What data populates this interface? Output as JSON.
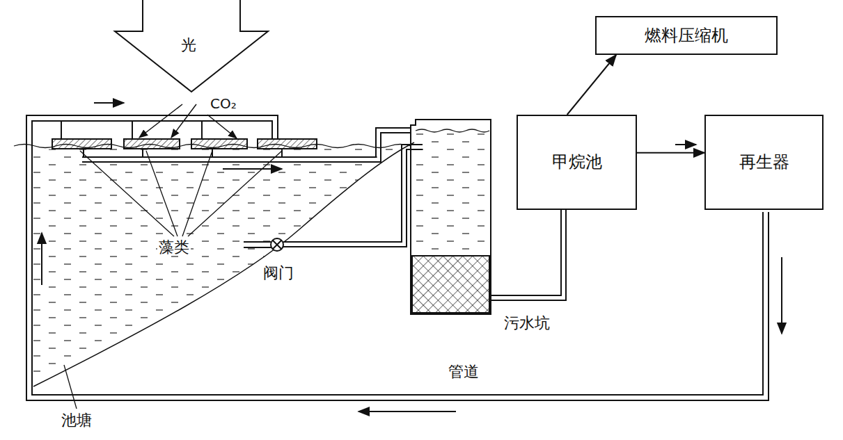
{
  "diagram": {
    "nodes": [
      {
        "text": [
          "燃料压缩机"
        ]
      },
      {
        "text": [
          "甲烷池"
        ]
      },
      {
        "text": [
          "再生器"
        ]
      }
    ],
    "edges": [
      {
        "from": 1,
        "to": 0,
        "arrow": "to"
      },
      {
        "from": 1,
        "to": 2,
        "arrow": "to"
      }
    ],
    "labels": [
      "光",
      "CO₂",
      "藻类",
      "阀门",
      "污水坑",
      "管道",
      "池塘"
    ]
  }
}
